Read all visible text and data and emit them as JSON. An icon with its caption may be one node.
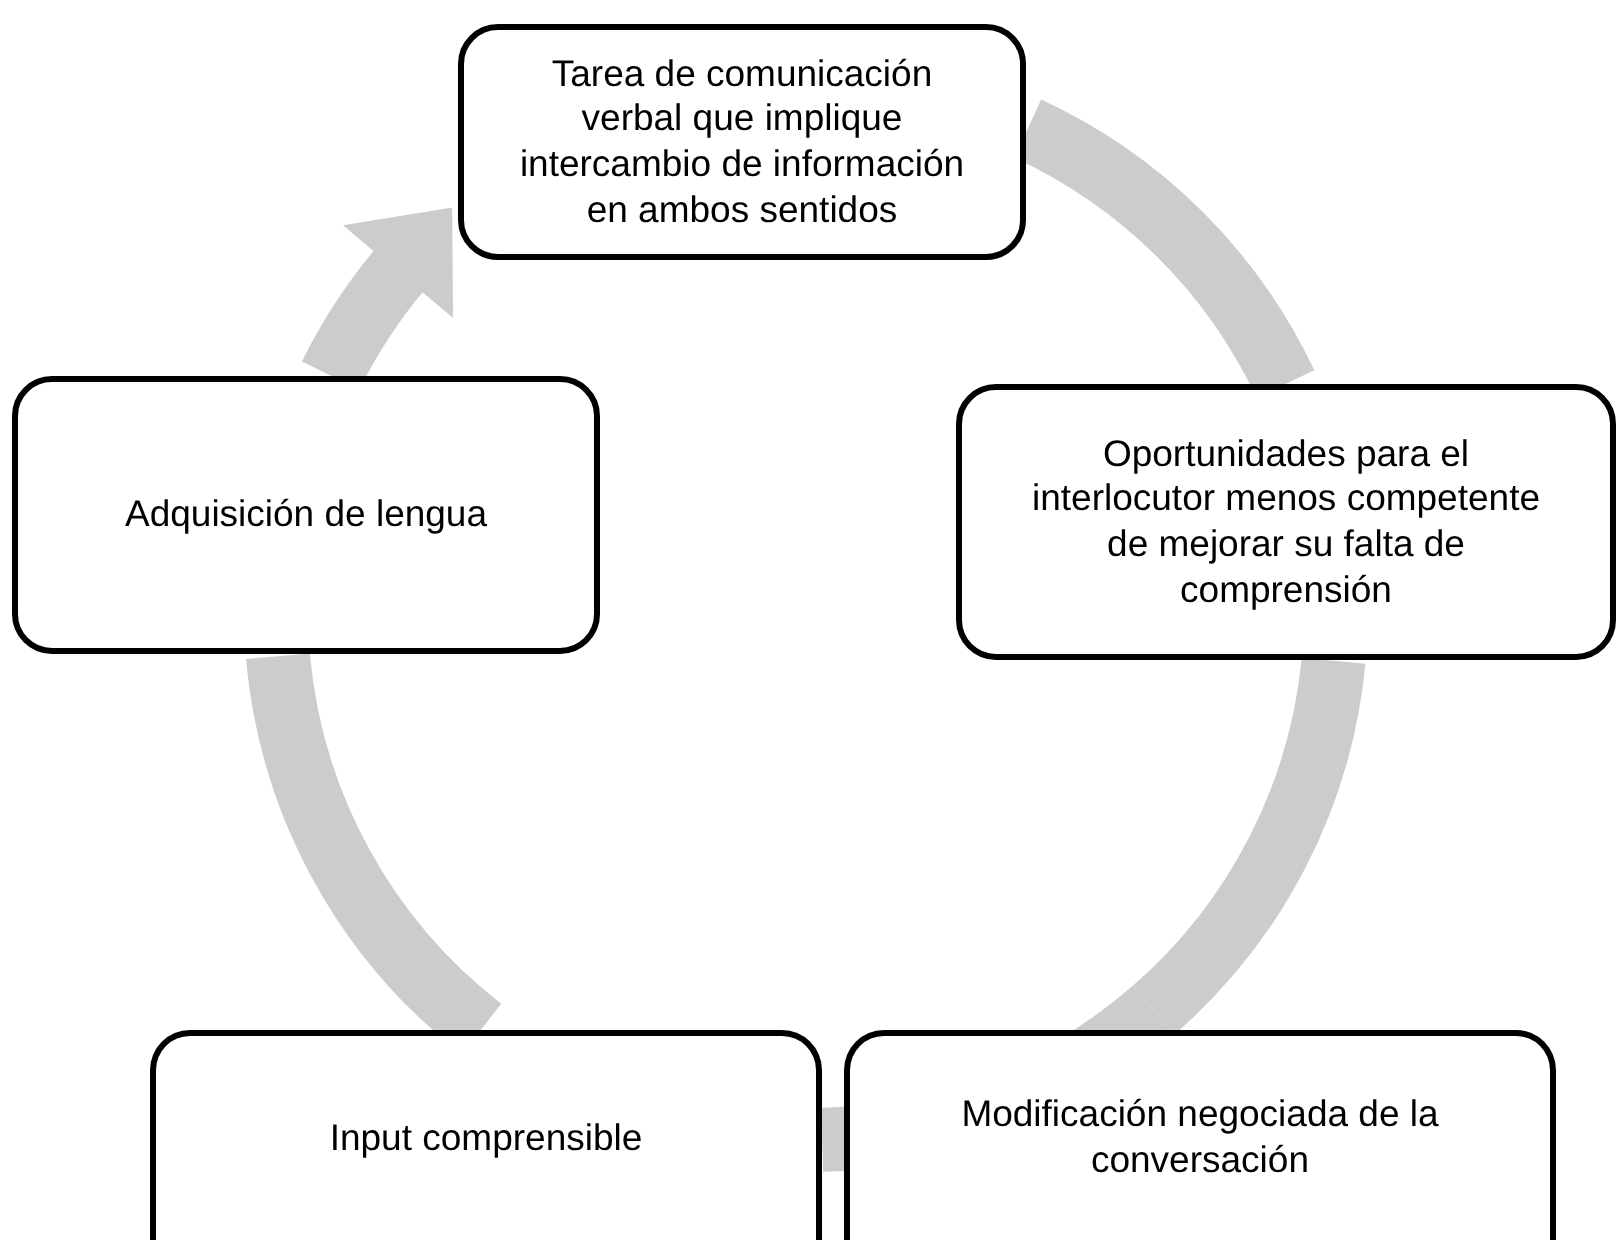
{
  "diagram": {
    "nodes": [
      {
        "text": [
          "Tarea de comunicación verbal que implique intercambio de información en ambos sentidos"
        ]
      },
      {
        "text": [
          "Oportunidades para el interlocutor menos competente de mejorar su falta de comprensión"
        ]
      },
      {
        "text": [
          "Modificación negociada de la conversación"
        ]
      },
      {
        "text": [
          "Input comprensible"
        ]
      },
      {
        "text": [
          "Adquisición de lengua"
        ]
      }
    ],
    "edges": [
      {
        "from": 0,
        "to": 1,
        "arrow": "none"
      },
      {
        "from": 1,
        "to": 2,
        "arrow": "none"
      },
      {
        "from": 2,
        "to": 3,
        "arrow": "none"
      },
      {
        "from": 3,
        "to": 4,
        "arrow": "none"
      },
      {
        "from": 4,
        "to": 0,
        "arrow": "to"
      }
    ]
  }
}
